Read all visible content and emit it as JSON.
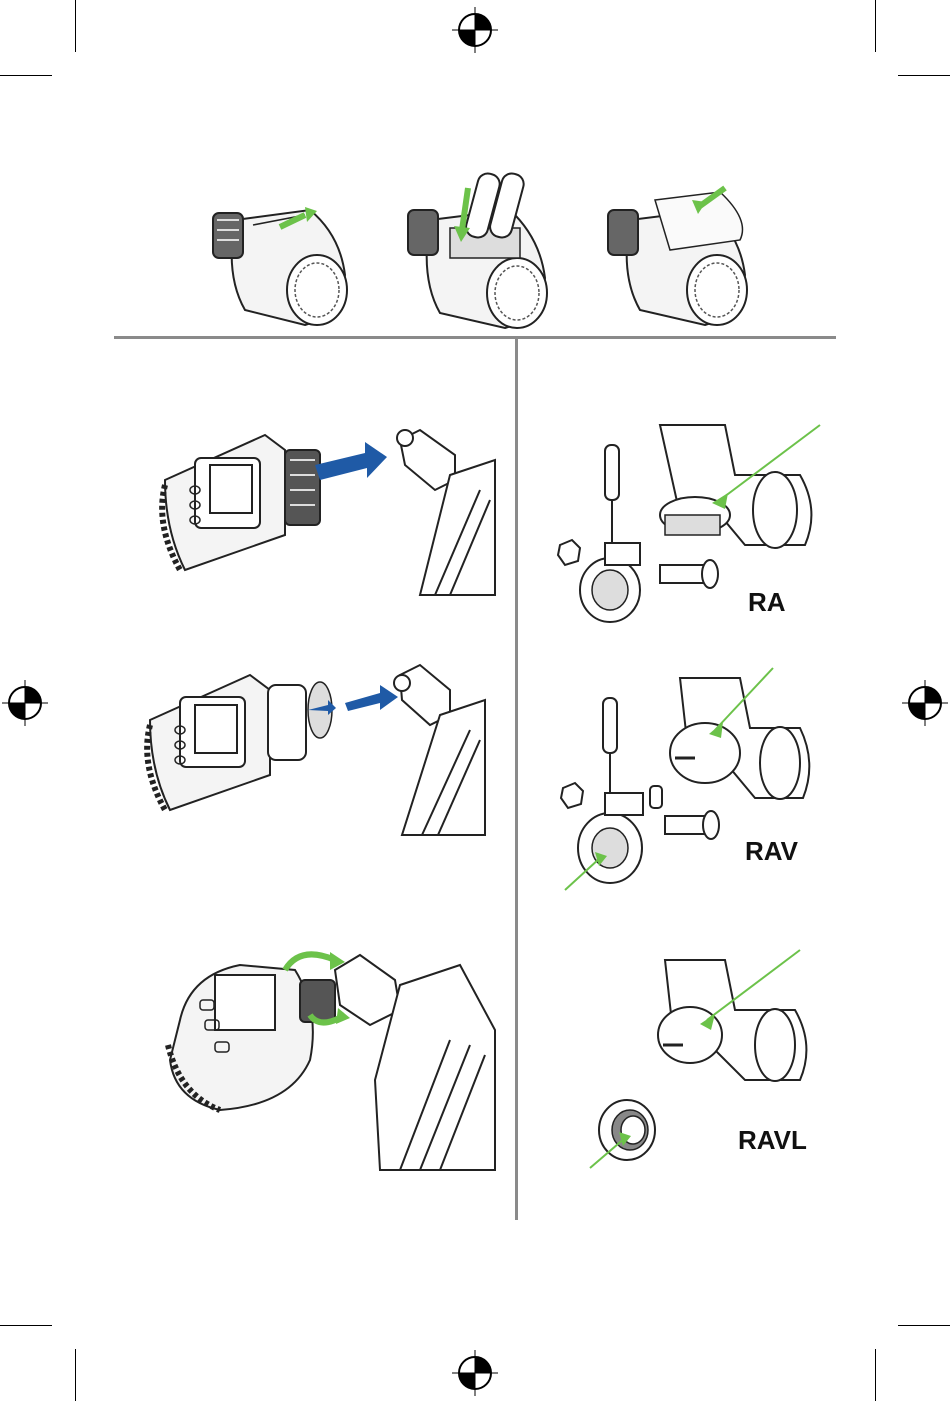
{
  "colors": {
    "green_arrow": "#6cc24a",
    "blue_arrow": "#1f5aa6",
    "divider": "#8a8a8a",
    "line_art": "#222222"
  },
  "valve_adapters": [
    {
      "label": "RA"
    },
    {
      "label": "RAV"
    },
    {
      "label": "RAVL"
    }
  ]
}
